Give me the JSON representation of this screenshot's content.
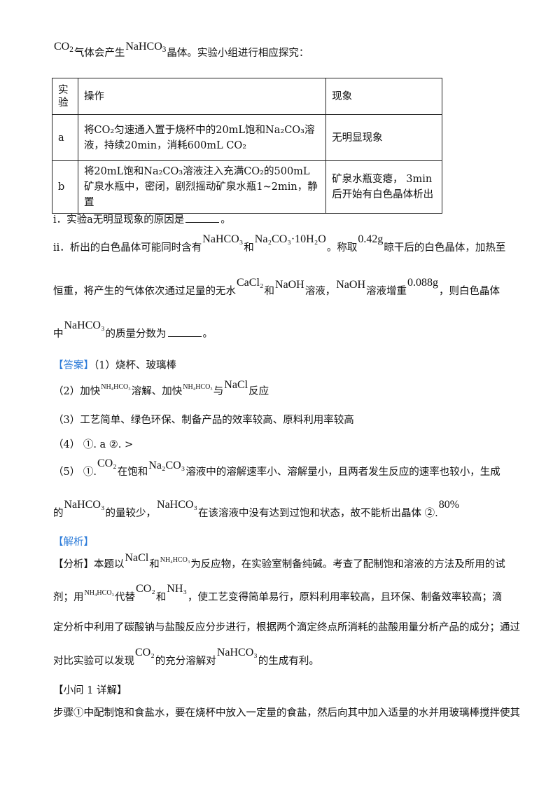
{
  "intro": {
    "co2": "CO",
    "co2_sub": "2",
    "t1": "气体会产生",
    "nahco3": "NaHCO",
    "nahco3_sub": "3",
    "t2": "晶体。实验小组进行相应探究："
  },
  "table": {
    "headers": [
      "实验",
      "操作",
      "现象"
    ],
    "rows": [
      {
        "id": "a",
        "op_line1": "将CO₂匀速通入置于烧杯中的20mL饱和Na₂CO₃溶",
        "op_line2": "液，持续20min，消耗600mL CO₂",
        "phen_line1": "无明显现象",
        "phen_line2": ""
      },
      {
        "id": "b",
        "op_line1": "将20mL饱和Na₂CO₃溶液注入充满CO₂的500mL",
        "op_line2": "矿泉水瓶中，密闭，剧烈摇动矿泉水瓶1~2min，静置",
        "phen_line1": "矿泉水瓶变瘪， 3min",
        "phen_line2": "后开始有白色晶体析出"
      }
    ]
  },
  "q_i": "i．实验a无明显现象的原因是",
  "q_i_end": "。",
  "q_ii": {
    "p1": "ii．析出的白色晶体可能同时含有",
    "nahco3": "NaHCO₃",
    "and": "和",
    "na2co3": "Na₂CO₃·10H₂O",
    "p2": "。称取",
    "mass": "0.42g",
    "p3": "晾干后的白色晶体，加热至",
    "p4": "恒重，将产生的气体依次通过足量的无水",
    "cacl2": "CaCl₂",
    "and2": "和",
    "naoh": "NaOH",
    "p5": "溶液，",
    "naoh2": "NaOH",
    "p6": "溶液增重",
    "mass2": "0.088g",
    "p7": "，则白色晶体",
    "p8": "中",
    "nahco3_2": "NaHCO₃",
    "p9": "的质量分数为",
    "p10": "。"
  },
  "answer": {
    "tag": "【答案】",
    "a1": "（1）烧杯、玻璃棒",
    "a2_1": "（2）加快",
    "a2_nh4": "NH₄HCO₃",
    "a2_2": "溶解、加快",
    "a2_nh4b": "NH₄HCO₃",
    "a2_3": "与",
    "a2_nacl": "NaCl",
    "a2_4": "反应",
    "a3": "（3）工艺简单、绿色环保、制备产品的效率较高、原料利用率较高",
    "a4": "（4）      ①. a      ②. >",
    "a5_1": "（5）      ①.",
    "a5_co2": "CO₂",
    "a5_2": "在饱和",
    "a5_na2co3": "Na₂CO₃",
    "a5_3": "溶液中的溶解速率小、溶解量小，且两者发生反应的速率也较小，生成",
    "a5_4": "的",
    "a5_nahco3": "NaHCO₃",
    "a5_5": "的量较少，",
    "a5_nahco3b": "NaHCO₃",
    "a5_6": "在该溶液中没有达到过饱和状态，故不能析出晶体      ②.",
    "a5_pct": "80%"
  },
  "analysis": {
    "tag": "【解析】",
    "f_tag": "【分析】",
    "f1": "本题以",
    "f_nacl": "NaCl",
    "f_and": "和",
    "f_nh4": "NH₄HCO₃",
    "f2": "为反应物，在实验室制备纯碱。考查了配制饱和溶液的方法及所用的试",
    "f3": "剂；用",
    "f_nh4b": "NH₄HCO₃",
    "f4": "代替",
    "f_co2": "CO₂",
    "f_and2": "和",
    "f_nh3": "NH₃",
    "f5": "，使工艺变得简单易行，原料利用率较高，且环保、制备效率较高；滴",
    "f6": "定分析中利用了碳酸钠与盐酸反应分步进行，根据两个滴定终点所消耗的盐酸用量分析产品的成分；通过",
    "f7": "对比实验可以发现",
    "f_co2b": "CO₂",
    "f8": "的充分溶解对",
    "f_nahco3": "NaHCO₃",
    "f9": "的生成有利。",
    "sub_tag": "【小问 1 详解】",
    "s1": "步骤①中配制饱和食盐水，要在烧杯中放入一定量的食盐，然后向其中加入适量的水并用玻璃棒搅拌使其"
  },
  "colors": {
    "accent": "#2a7ad8",
    "text": "#111111"
  }
}
